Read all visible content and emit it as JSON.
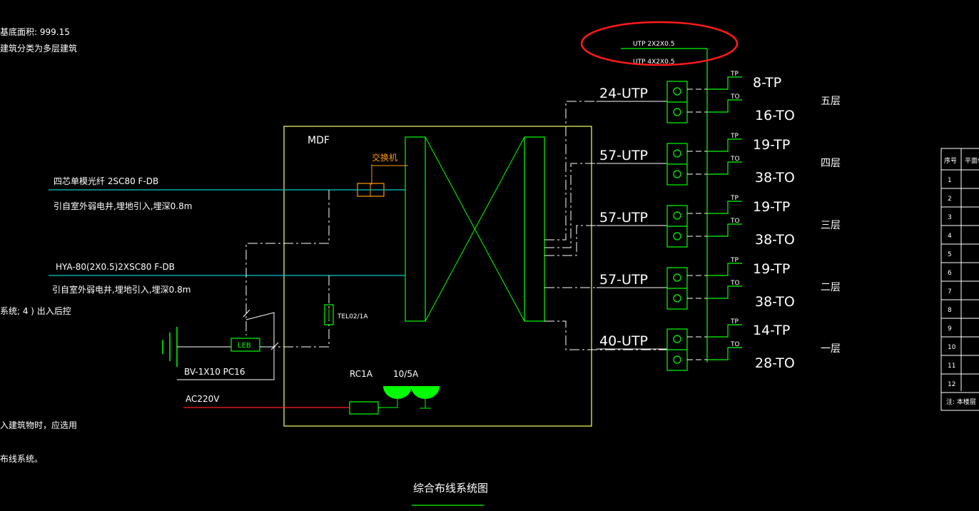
{
  "notes": {
    "line1": "基底面积: 999.15",
    "line2": "建筑分类为多层建筑",
    "line3": "系统; 4 ) 出入后控",
    "line4": "入建筑物时，应选用",
    "line5": "布线系统。"
  },
  "title": "综合布线系统图",
  "mdf": {
    "label": "MDF",
    "switch_label": "交换机",
    "tel_label": "TEL02/1A"
  },
  "incoming": {
    "fiber_cable": "四芯单模光纤 2SC80 F-DB",
    "fiber_note": "引自室外弱电井,埋地引入,埋深0.8m",
    "copper_cable": "HYA-80(2X0.5)2XSC80 F-DB",
    "copper_note": "引自室外弱电井,埋地引入,埋深0.8m",
    "ground_cable": "BV-1X10 PC16",
    "ground_label": "LEB",
    "power_label": "AC220V"
  },
  "power": {
    "breaker_label": "RC1A",
    "socket_label": "10/5A"
  },
  "legend_cables": {
    "tp": "UTP 2X2X0.5",
    "to": "UTP 4X2X0.5"
  },
  "floors": [
    {
      "name": "五层",
      "utp": "24-UTP",
      "tp_count": "8-TP",
      "to_count": "16-TO"
    },
    {
      "name": "四层",
      "utp": "57-UTP",
      "tp_count": "19-TP",
      "to_count": "38-TO"
    },
    {
      "name": "三层",
      "utp": "57-UTP",
      "tp_count": "19-TP",
      "to_count": "38-TO"
    },
    {
      "name": "二层",
      "utp": "57-UTP",
      "tp_count": "19-TP",
      "to_count": "38-TO"
    },
    {
      "name": "一层",
      "utp": "40-UTP",
      "tp_count": "14-TP",
      "to_count": "28-TO"
    }
  ],
  "outlet_tags": {
    "tp": "TP",
    "to": "TO"
  },
  "side_table": {
    "header": [
      "序号",
      "平面代"
    ],
    "rows": [
      "1",
      "2",
      "3",
      "4",
      "5",
      "6",
      "7",
      "8",
      "9",
      "10",
      "11",
      "12"
    ],
    "note": "注: 本楼层"
  },
  "colors": {
    "green": "#00ff00",
    "yellow": "#ffff66",
    "cyan": "#00c8c8",
    "red": "#ff2020",
    "white": "#ffffff",
    "annotation": "#ff1a1a"
  }
}
